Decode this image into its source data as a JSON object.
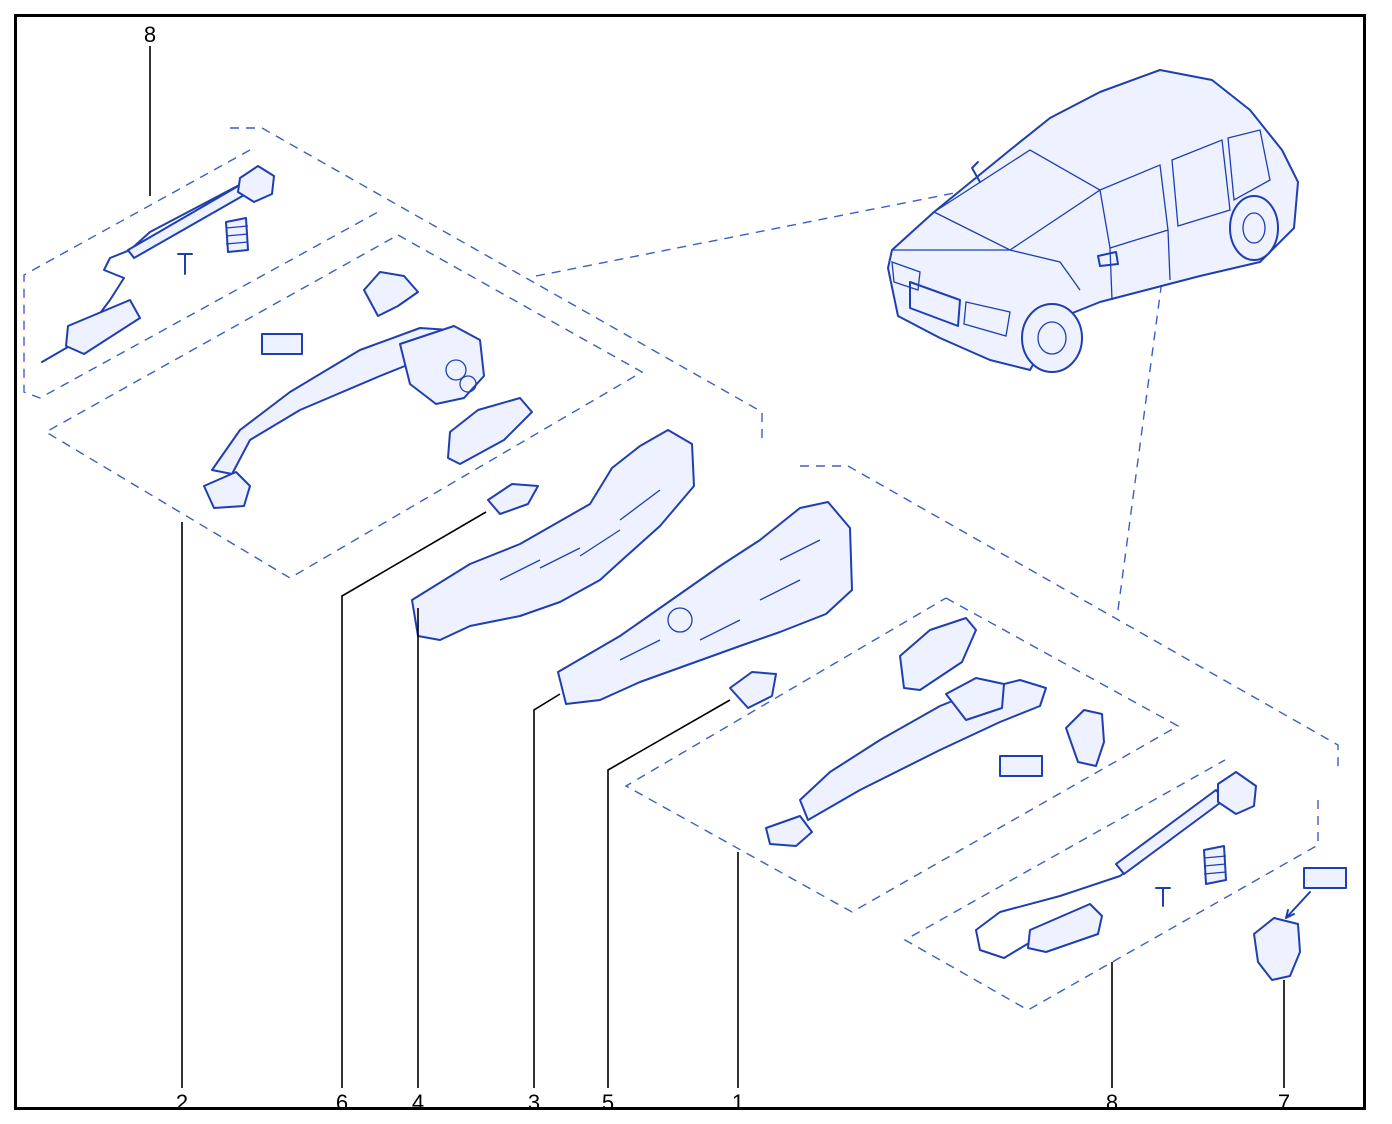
{
  "callouts": [
    {
      "id": "c8-top",
      "label": "8"
    },
    {
      "id": "c2",
      "label": "2"
    },
    {
      "id": "c6",
      "label": "6"
    },
    {
      "id": "c4",
      "label": "4"
    },
    {
      "id": "c3",
      "label": "3"
    },
    {
      "id": "c5",
      "label": "5"
    },
    {
      "id": "c1",
      "label": "1"
    },
    {
      "id": "c8-bottom",
      "label": "8"
    },
    {
      "id": "c7",
      "label": "7"
    }
  ],
  "colors": {
    "line_art": "#1f3fb0",
    "dashes": "#3b5fc4",
    "frame": "#000000"
  }
}
